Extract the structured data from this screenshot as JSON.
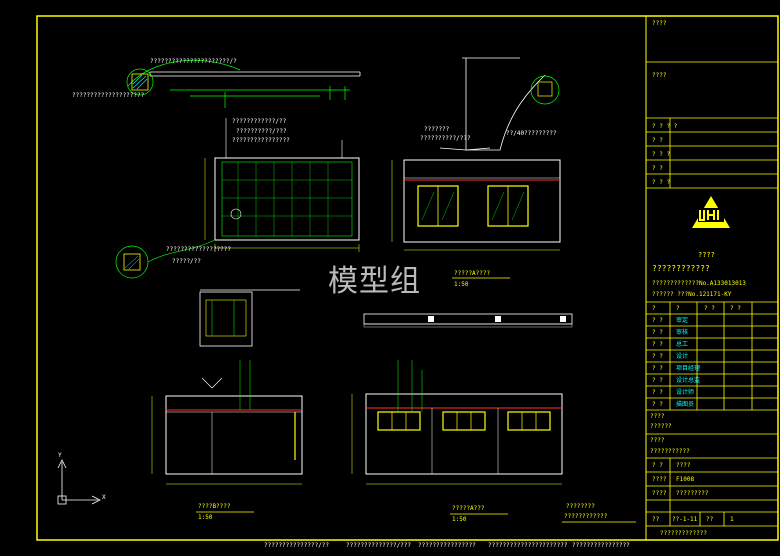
{
  "watermark": "模型组",
  "title_block": {
    "field_1": "????",
    "field_2": "????",
    "rows": [
      "? ? ? ?",
      "?   ?",
      "? ? ?",
      "?   ?",
      "? ? ?"
    ],
    "company_short": "????",
    "company_full": "????????????",
    "cert_1": "?????????????No.A133013013",
    "cert_2": "??????    ???No.121171-KY",
    "sign_headers": [
      "?",
      "?",
      "? ?",
      "? ?"
    ],
    "sign_rows": [
      [
        "? ?",
        "审定"
      ],
      [
        "? ?",
        "审核"
      ],
      [
        "?   ?",
        "总工"
      ],
      [
        "? ?",
        "设计"
      ],
      [
        "? ?",
        "项目经理"
      ],
      [
        "? ?",
        "设计总监"
      ],
      [
        "? ?",
        "设计师"
      ],
      [
        "? ?",
        "描图员"
      ]
    ],
    "project_label": "????",
    "project_value": "??????",
    "drawing_label": "????",
    "drawing_value": "???????????",
    "stage_label": "? ?",
    "stage_value": "????",
    "number_label": "????",
    "number_value": "F1008",
    "scale_label": "????",
    "scale_value": "?????????",
    "date_label": "??",
    "date_value": "??-1-11",
    "page_label": "??",
    "page_value": "1",
    "bottom_note": "?????????????"
  },
  "drawing_labels": {
    "plan_1": "?????A????",
    "plan_1_scale": "1:50",
    "elev_1": "????B????",
    "elev_1_scale": "1:50",
    "elev_2": "?????A???",
    "elev_2_scale": "1:50",
    "detail_1": "????????",
    "detail_1_sub": "????????????",
    "top_left_note_1": "??????????????????????/?",
    "top_left_note_2": "????????????????????",
    "top_left_note_3": "????????????/??",
    "side_note": "??????????/???",
    "section_note_1": "????????????????",
    "section_note_2": "??????????????????",
    "section_note_3": "?????/??",
    "right_note_1": "???????",
    "right_note_2": "??????????/???",
    "right_note_3": "??/40?????????"
  },
  "bottom_notes": [
    "???????????????/??",
    "??????????????/???",
    "????????????????",
    "??????????????????????",
    "????????????????"
  ],
  "ucs": {
    "x": "X",
    "y": "Y"
  }
}
